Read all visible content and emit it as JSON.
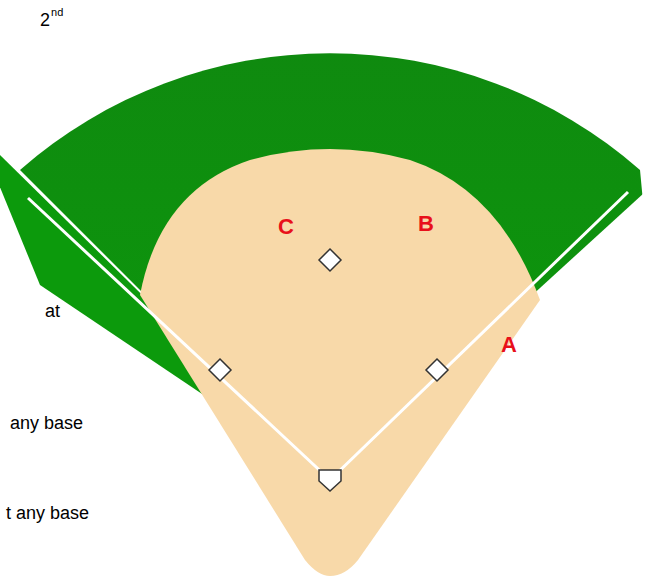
{
  "diagram": {
    "labels": [
      "2",
      "nd",
      "at",
      "any base",
      "t any base",
      "C",
      "B",
      "A"
    ]
  }
}
